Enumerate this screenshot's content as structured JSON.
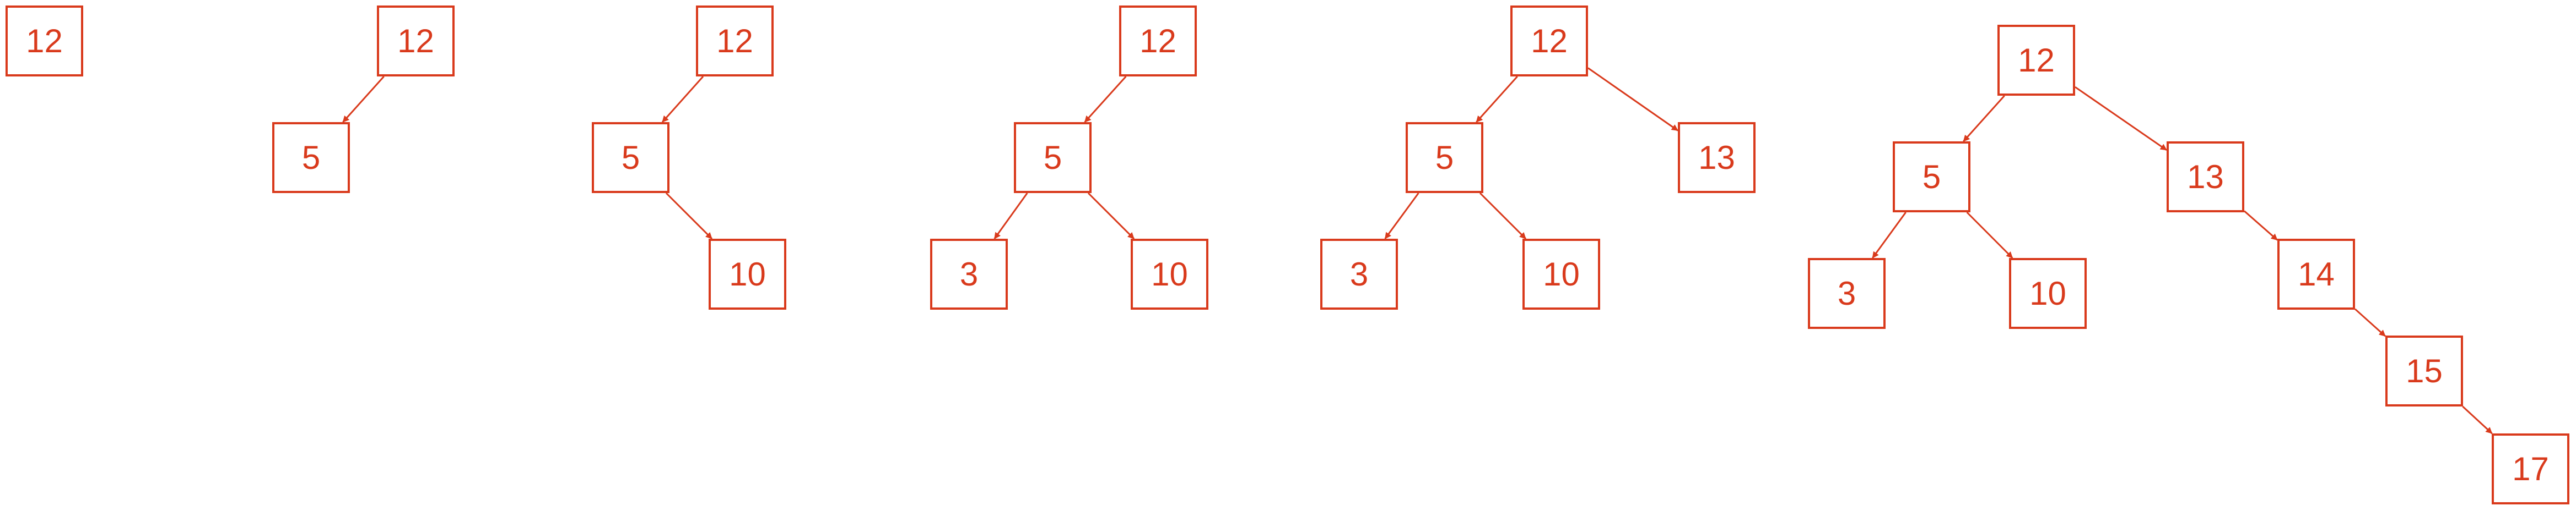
{
  "colors": {
    "stroke": "#d93a1c",
    "text": "#d93a1c",
    "background": "#ffffff"
  },
  "trees": [
    {
      "id": "tree-1",
      "nodes": [
        {
          "id": "n12",
          "label": "12"
        }
      ],
      "edges": []
    },
    {
      "id": "tree-2",
      "nodes": [
        {
          "id": "n12",
          "label": "12"
        },
        {
          "id": "n5",
          "label": "5"
        }
      ],
      "edges": [
        {
          "from": "n12",
          "to": "n5"
        }
      ]
    },
    {
      "id": "tree-3",
      "nodes": [
        {
          "id": "n12",
          "label": "12"
        },
        {
          "id": "n5",
          "label": "5"
        },
        {
          "id": "n10",
          "label": "10"
        }
      ],
      "edges": [
        {
          "from": "n12",
          "to": "n5"
        },
        {
          "from": "n5",
          "to": "n10"
        }
      ]
    },
    {
      "id": "tree-4",
      "nodes": [
        {
          "id": "n12",
          "label": "12"
        },
        {
          "id": "n5",
          "label": "5"
        },
        {
          "id": "n3",
          "label": "3"
        },
        {
          "id": "n10",
          "label": "10"
        }
      ],
      "edges": [
        {
          "from": "n12",
          "to": "n5"
        },
        {
          "from": "n5",
          "to": "n3"
        },
        {
          "from": "n5",
          "to": "n10"
        }
      ]
    },
    {
      "id": "tree-5",
      "nodes": [
        {
          "id": "n12",
          "label": "12"
        },
        {
          "id": "n5",
          "label": "5"
        },
        {
          "id": "n13",
          "label": "13"
        },
        {
          "id": "n3",
          "label": "3"
        },
        {
          "id": "n10",
          "label": "10"
        }
      ],
      "edges": [
        {
          "from": "n12",
          "to": "n5"
        },
        {
          "from": "n12",
          "to": "n13"
        },
        {
          "from": "n5",
          "to": "n3"
        },
        {
          "from": "n5",
          "to": "n10"
        }
      ]
    },
    {
      "id": "tree-6",
      "nodes": [
        {
          "id": "n12",
          "label": "12"
        },
        {
          "id": "n5",
          "label": "5"
        },
        {
          "id": "n13",
          "label": "13"
        },
        {
          "id": "n3",
          "label": "3"
        },
        {
          "id": "n10",
          "label": "10"
        },
        {
          "id": "n14",
          "label": "14"
        },
        {
          "id": "n15",
          "label": "15"
        },
        {
          "id": "n17",
          "label": "17"
        }
      ],
      "edges": [
        {
          "from": "n12",
          "to": "n5"
        },
        {
          "from": "n12",
          "to": "n13"
        },
        {
          "from": "n5",
          "to": "n3"
        },
        {
          "from": "n5",
          "to": "n10"
        },
        {
          "from": "n13",
          "to": "n14"
        },
        {
          "from": "n14",
          "to": "n15"
        },
        {
          "from": "n15",
          "to": "n17"
        }
      ]
    }
  ]
}
